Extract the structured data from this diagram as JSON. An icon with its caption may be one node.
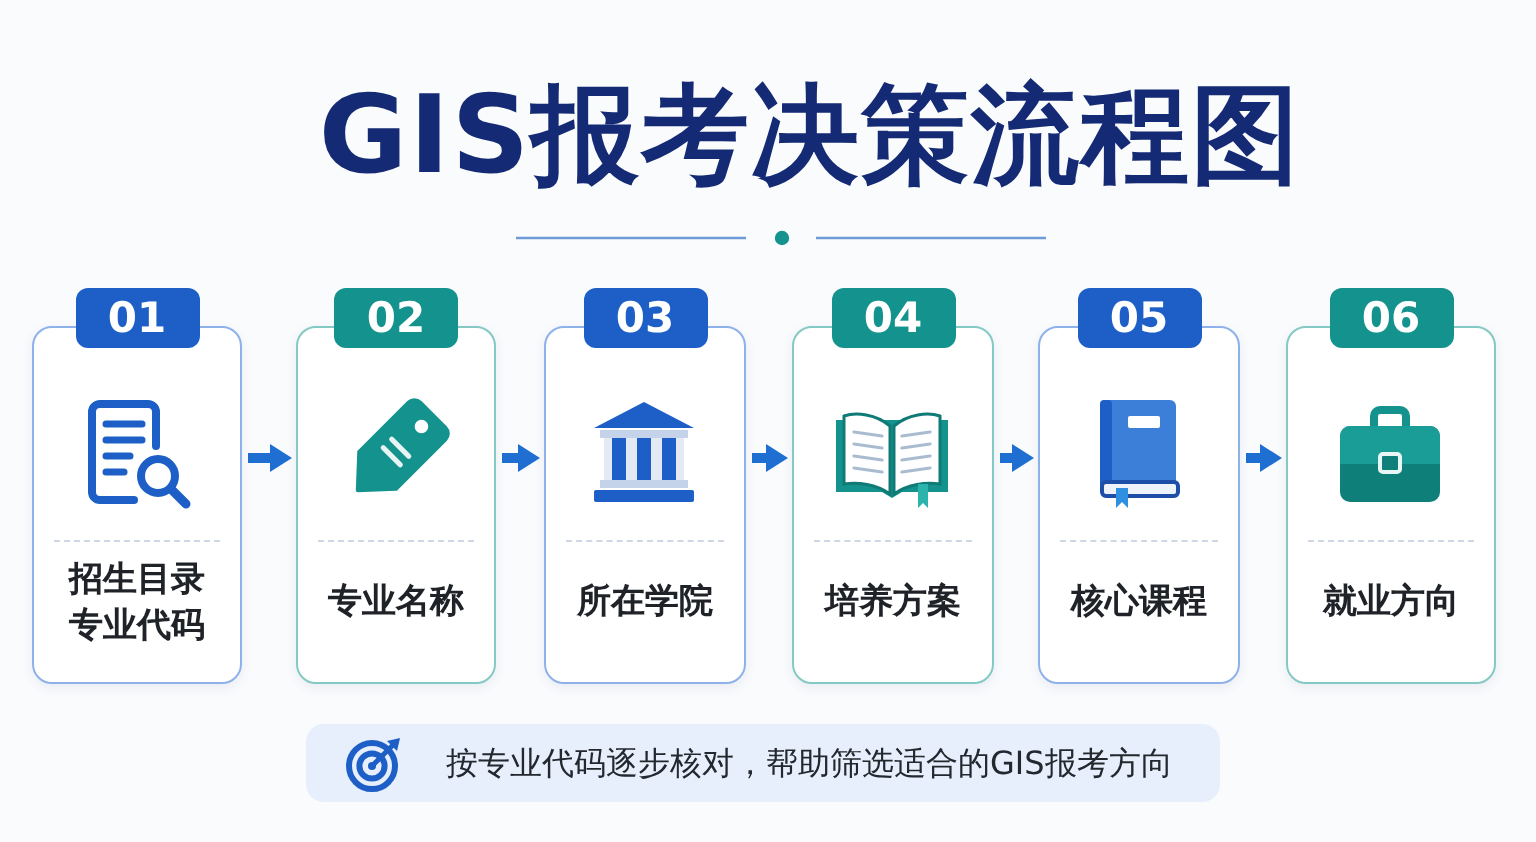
{
  "diagram": {
    "title": "GIS报考决策流程图",
    "nodes": [
      {
        "text": [
          "01",
          "招生目录",
          "专业代码"
        ]
      },
      {
        "text": [
          "02",
          "专业名称"
        ]
      },
      {
        "text": [
          "03",
          "所在学院"
        ]
      },
      {
        "text": [
          "04",
          "培养方案"
        ]
      },
      {
        "text": [
          "05",
          "核心课程"
        ]
      },
      {
        "text": [
          "06",
          "就业方向"
        ]
      },
      {
        "text": [
          "按专业代码逐步核对，帮助筛选适合的GIS报考方向"
        ]
      }
    ],
    "edges": [
      {
        "from": 0,
        "to": 1,
        "arrow": "to"
      },
      {
        "from": 1,
        "to": 2,
        "arrow": "to"
      },
      {
        "from": 2,
        "to": 3,
        "arrow": "to"
      },
      {
        "from": 3,
        "to": 4,
        "arrow": "to"
      },
      {
        "from": 4,
        "to": 5,
        "arrow": "to"
      }
    ]
  }
}
